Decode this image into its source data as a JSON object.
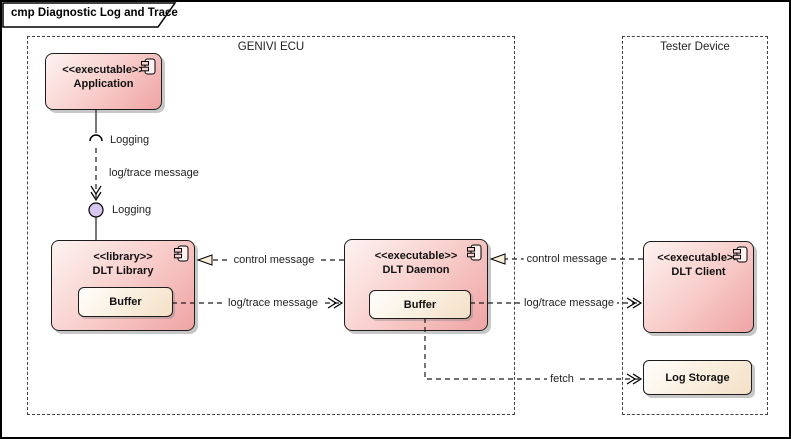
{
  "frame": {
    "title": "cmp Diagnostic Log and Trace"
  },
  "groups": {
    "genivi": {
      "label": "GENIVI ECU"
    },
    "tester": {
      "label": "Tester Device"
    }
  },
  "components": {
    "application": {
      "stereotype": "<<executable>>",
      "name": "Application"
    },
    "dlt_library": {
      "stereotype": "<<library>>",
      "name": "DLT Library",
      "buffer_label": "Buffer"
    },
    "dlt_daemon": {
      "stereotype": "<<executable>>",
      "name": "DLT Daemon",
      "buffer_label": "Buffer"
    },
    "dlt_client": {
      "stereotype": "<<executable>>",
      "name": "DLT Client"
    },
    "log_storage": {
      "name": "Log Storage"
    }
  },
  "interfaces": {
    "socket_label": "Logging",
    "ball_label": "Logging"
  },
  "connectors": {
    "app_to_logging": {
      "label": "log/trace message"
    },
    "lib_control": {
      "label": "control message"
    },
    "lib_logtrace": {
      "label": "log/trace message"
    },
    "daemon_control": {
      "label": "control message"
    },
    "daemon_logtrace": {
      "label": "log/trace message"
    },
    "fetch": {
      "label": "fetch"
    }
  },
  "colors": {
    "component_fill_light": "#fdf3f1",
    "component_fill_dark": "#efa4a4",
    "buffer_fill_light": "#fffefc",
    "buffer_fill_dark": "#f4dfc6",
    "ball_fill": "#d8c6ee",
    "triangle_fill": "#faf0dc",
    "line": "#1c1c1c"
  }
}
